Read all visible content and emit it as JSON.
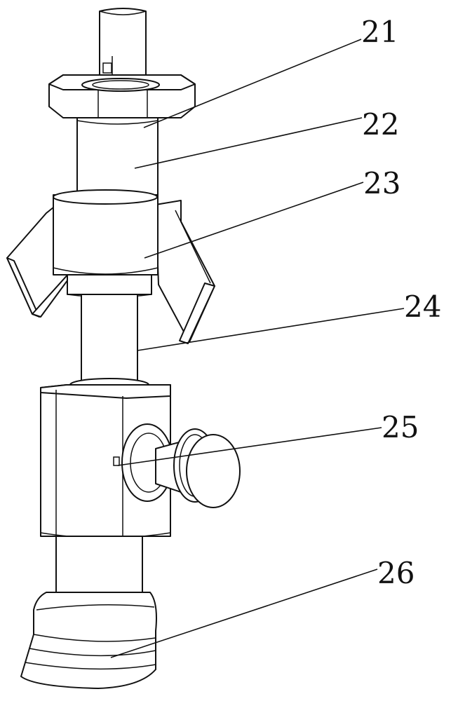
{
  "figure": {
    "labels": [
      {
        "id": "label-21",
        "text": "21"
      },
      {
        "id": "label-22",
        "text": "22"
      },
      {
        "id": "label-23",
        "text": "23"
      },
      {
        "id": "label-24",
        "text": "24"
      },
      {
        "id": "label-25",
        "text": "25"
      },
      {
        "id": "label-26",
        "text": "26"
      }
    ]
  },
  "colors": {
    "line": "#111111",
    "fill": "#ffffff"
  }
}
